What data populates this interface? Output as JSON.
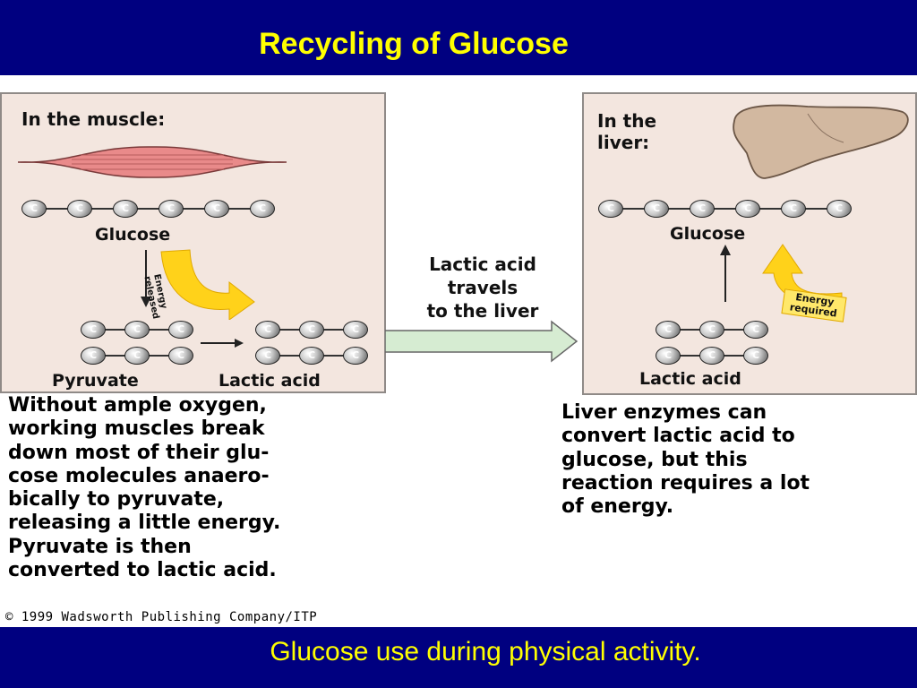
{
  "header": {
    "title": "Recycling of Glucose"
  },
  "footer": {
    "caption": "Glucose use during physical activity."
  },
  "muscle_panel": {
    "heading": "In the muscle:",
    "glucose_label": "Glucose",
    "energy_tag": "Energy released",
    "pyruvate_label": "Pyruvate",
    "lactic_label": "Lactic acid",
    "atom_symbol": "C"
  },
  "transport": {
    "line1": "Lactic acid",
    "line2": "travels",
    "line3": "to the liver"
  },
  "liver_panel": {
    "heading_line1": "In the",
    "heading_line2": "liver:",
    "glucose_label": "Glucose",
    "energy_tag": "Energy required",
    "lactic_label": "Lactic acid",
    "atom_symbol": "C"
  },
  "muscle_caption": [
    "Without ample oxygen,",
    "working muscles break",
    "down most of their glu-",
    "cose molecules anaero-",
    "bically to pyruvate,",
    "releasing a little energy.",
    "Pyruvate is then",
    "converted to lactic acid."
  ],
  "liver_caption": [
    "Liver enzymes can",
    "convert lactic acid to",
    "glucose, but this",
    "reaction requires a lot",
    "of energy."
  ],
  "copyright": "© 1999 Wadsworth Publishing Company/ITP",
  "colors": {
    "band": "#000080",
    "title_text": "#ffff00",
    "panel_fill": "#f3e6df",
    "muscle_fill": "#e98a8a",
    "liver_fill": "#d2b8a0",
    "energy_arrow": "#ffd21a",
    "transport_arrow": "#d6ecd2"
  }
}
